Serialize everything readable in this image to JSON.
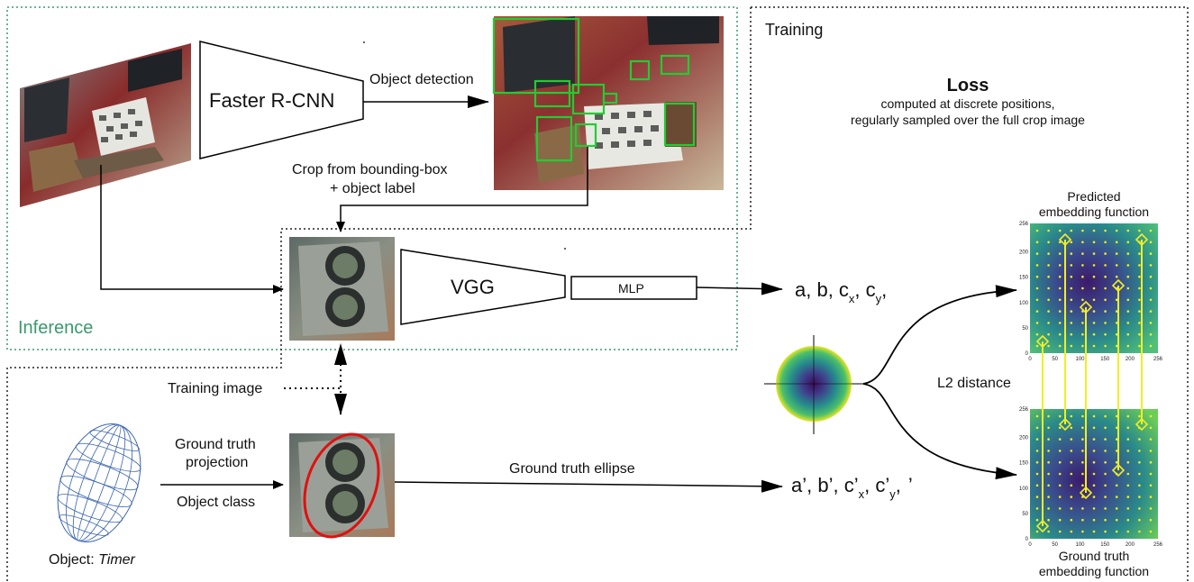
{
  "sections": {
    "inference_label": "Inference",
    "training_label": "Training"
  },
  "pipeline": {
    "detector_label": "Faster R-CNN",
    "detection_label": "Object detection",
    "crop_label_line1": "Crop from bounding-box",
    "crop_label_line2": "+ object label",
    "backbone_label": "VGG",
    "head_label": "MLP",
    "output_params": [
      "a, b, c",
      "x",
      ", c",
      "y",
      ","
    ],
    "training_image_label": "Training image",
    "gt_projection_line1": "Ground truth",
    "gt_projection_line2": "projection",
    "object_class_label": "Object class",
    "object_caption_prefix": "Object: ",
    "object_caption_name": "Timer",
    "gt_ellipse_label": "Ground truth ellipse",
    "gt_params": [
      "a’, b’, c’",
      "x",
      ", c’",
      "y",
      ",",
      "’"
    ]
  },
  "loss": {
    "title": "Loss",
    "line1": "computed at discrete positions,",
    "line2": "regularly sampled over the full crop image",
    "distance_label": "L2 distance",
    "predicted_line1": "Predicted",
    "predicted_line2": "embedding function",
    "gt_line1": "Ground truth",
    "gt_line2": "embedding function"
  },
  "heatmap_axis": {
    "ticks": [
      "0",
      "50",
      "100",
      "150",
      "200",
      "256"
    ],
    "range": [
      0,
      256
    ]
  },
  "colors": {
    "inference_border": "#3a9a6e",
    "detection_box": "#22cc33",
    "gt_ellipse": "#e01010",
    "match_line": "#f2ee22",
    "heat_low": "#3b1a6b",
    "heat_mid": "#2a8a8a",
    "heat_high": "#4fc07a"
  },
  "icons": [
    "arrow-head-icon",
    "ellipse-wireframe-icon",
    "radial-embedding-icon"
  ]
}
